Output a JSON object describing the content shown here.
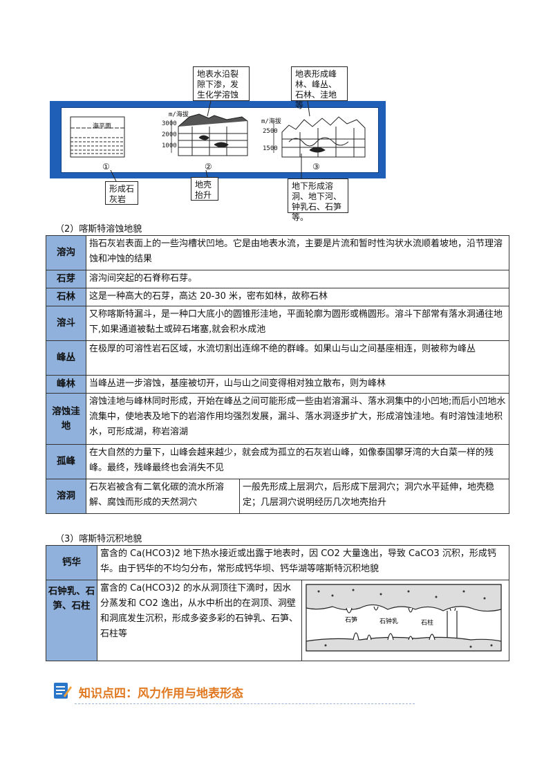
{
  "figure": {
    "callouts": {
      "seep": "地表水沿裂隙下渗，发生化学溶蚀",
      "peak_forest": "地表形成峰林、峰丛、石林、洼地等",
      "limestone": "形成石灰岩",
      "uplift": "地壳抬升",
      "underground": "地下形成溶洞、地下河、钟乳石、石笋等。"
    },
    "sea_level_label": "海平面",
    "panel2_axis_title": "m/海拔",
    "panel2_ticks": [
      "3000",
      "2000",
      "1000"
    ],
    "panel3_axis_title": "m/海拔",
    "panel3_ticks": [
      "2500",
      "1500"
    ],
    "stage_numbers": [
      "①",
      "②",
      "③"
    ]
  },
  "section2": {
    "heading": "（2）喀斯特溶蚀地貌",
    "rows": [
      {
        "term": "溶沟",
        "desc": "指石灰岩表面上的一些沟槽状凹地。它是由地表水流，主要是片流和暂时性沟状水流顺着坡地，沿节理溶蚀和冲蚀的结果"
      },
      {
        "term": "石芽",
        "desc": "溶沟间突起的石脊称石芽。"
      },
      {
        "term": "石林",
        "desc": "这是一种高大的石芽，高达 20-30 米，密布如林，故称石林"
      },
      {
        "term": "溶斗",
        "desc": "又称喀斯特漏斗，是一种口大底小的圆锥形洼地，平面轮廓为圆形或椭圆形。溶斗下部常有落水洞通往地下,如果通道被黏土或碎石堵塞,就会积水成池"
      },
      {
        "term": "峰丛",
        "desc": "在极厚的可溶性岩石区域，水流切割出连绵不绝的群峰。如果山与山之间基座相连，则被称为峰丛"
      },
      {
        "term": "峰林",
        "desc": "当峰丛进一步溶蚀，基座被切开，山与山之间变得相对独立散布，则为峰林"
      },
      {
        "term": "溶蚀洼地",
        "desc": "溶蚀洼地与峰林同时形成，开始在峰丛之间可能形成一些由岩溶漏斗、落水洞集中的小凹地;而后小凹地水流集中，使地表及地下的岩溶作用均强烈发展，漏斗、落水洞逐步扩大，形成溶蚀洼地。有时溶蚀洼地积水，可形成湖，称岩溶湖"
      },
      {
        "term": "孤峰",
        "desc": "在大自然的力量下，山峰会越来越少，就会成为孤立的石灰岩山峰，如像泰国攀牙湾的大白菜一样的残峰。最终，残峰最终也会消失不见"
      }
    ],
    "cave": {
      "term": "溶洞",
      "desc1": "石灰岩被含有二氧化碳的流水所溶解、腐蚀而形成的天然洞穴",
      "desc2": "一般先形成上层洞穴，后形成下层洞穴；洞穴水平延伸，地壳稳定；几层洞穴说明经历几次地壳抬升"
    }
  },
  "section3": {
    "heading": "（3）喀斯特沉积地貌",
    "rows": [
      {
        "term": "钙华",
        "desc": "富含的 Ca(HCO3)2 地下热水接近或出露于地表时，因 CO2 大量逸出，导致 CaCO3 沉积，形成钙华。由于钙华的不均匀分布，常形成钙华坝、钙华湖等喀斯特沉积地貌"
      },
      {
        "term": "石钟乳、石笋、石柱",
        "desc": "富含的 Ca(HCO3)2 的水从洞顶往下滴时，因水分蒸发和 CO2 逸出，从水中析出的在洞顶、洞壁和洞底发生沉积，形成多姿多彩的石钟乳、石笋、石柱等"
      }
    ],
    "cave_labels": {
      "stalagmite": "石笋",
      "stalactite": "石钟乳",
      "pillar": "石柱"
    }
  },
  "knowledge_point": {
    "title": "知识点四：风力作用与地表形态"
  }
}
